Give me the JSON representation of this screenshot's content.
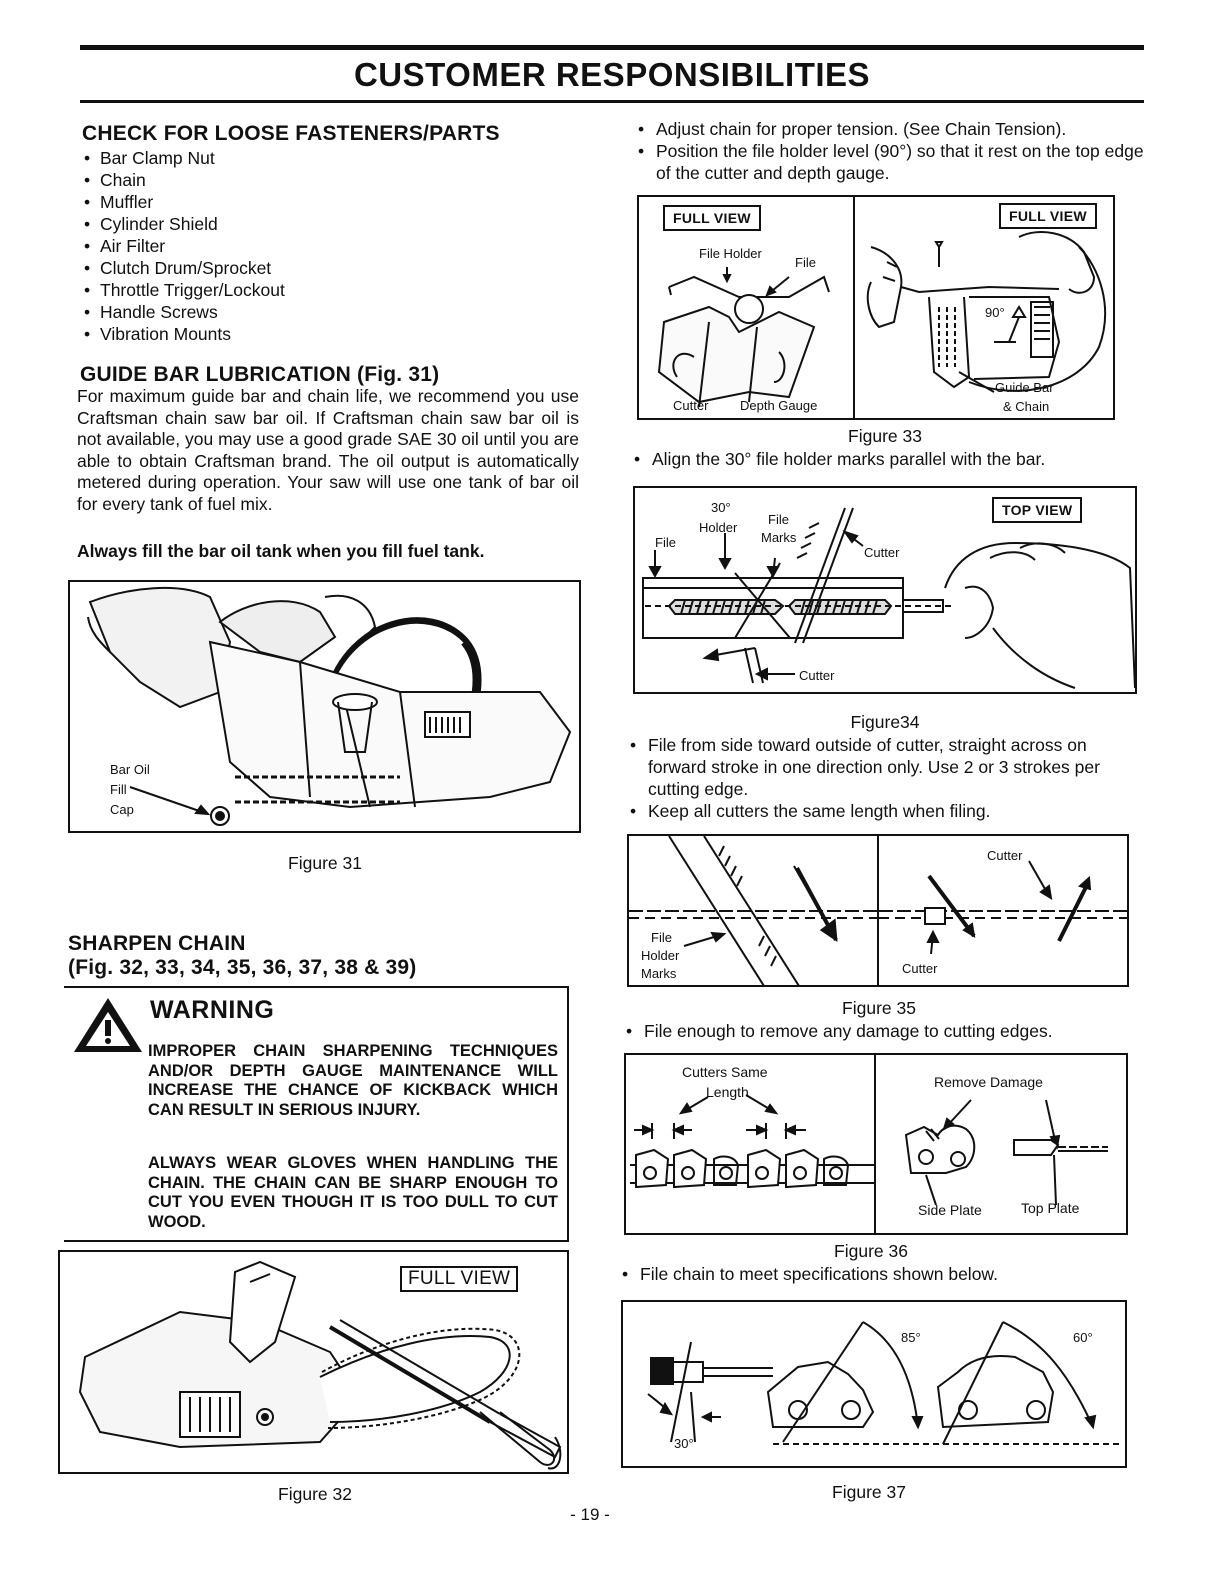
{
  "page": {
    "title": "CUSTOMER RESPONSIBILITIES",
    "page_number": "- 19 -"
  },
  "fasteners": {
    "heading": "CHECK FOR LOOSE FASTENERS/PARTS",
    "items": [
      "Bar Clamp Nut",
      "Chain",
      "Muffler",
      "Cylinder Shield",
      "Air Filter",
      "Clutch Drum/Sprocket",
      "Throttle Trigger/Lockout",
      "Handle Screws",
      "Vibration Mounts"
    ]
  },
  "lubrication": {
    "heading": "GUIDE BAR LUBRICATION (Fig. 31)",
    "paragraph": "For maximum guide bar and chain life, we recommend you use Craftsman chain saw bar oil. If Craftsman chain saw bar oil is not available, you may use a good grade SAE 30 oil until you are able to obtain Craftsman brand. The oil output is automatically metered during operation. Your saw will use one tank of bar oil for every tank of fuel mix.",
    "bold_note": "Always fill the bar oil tank when you fill fuel tank."
  },
  "figure31": {
    "caption": "Figure 31",
    "label": [
      "Bar Oil",
      "Fill",
      "Cap"
    ]
  },
  "sharpen": {
    "heading_line1": "SHARPEN CHAIN",
    "heading_line2": "(Fig. 32, 33, 34, 35, 36, 37, 38 & 39)"
  },
  "warning": {
    "title": "WARNING",
    "para1": "IMPROPER CHAIN SHARPENING TECHNIQUES AND/OR DEPTH GAUGE MAINTENANCE WILL INCREASE THE CHANCE OF KICKBACK WHICH CAN RESULT IN SERIOUS INJURY.",
    "para2": "ALWAYS WEAR GLOVES WHEN HANDLING THE CHAIN. THE CHAIN CAN BE SHARP ENOUGH TO CUT YOU EVEN THOUGH IT IS TOO DULL TO CUT WOOD."
  },
  "figure32": {
    "caption": "Figure 32",
    "tag": "FULL VIEW"
  },
  "right_bullets_1": [
    "Adjust chain for proper tension. (See Chain Tension).",
    "Position the file holder level (90°) so that it rest on the top edge of the cutter and depth gauge."
  ],
  "figure33": {
    "caption": "Figure 33",
    "tag_left": "FULL VIEW",
    "tag_right": "FULL VIEW",
    "file_holder": "File Holder",
    "file": "File",
    "cutter": "Cutter",
    "depth_gauge": "Depth Gauge",
    "angle": "90°",
    "guide_bar_l1": "Guide Bar",
    "guide_bar_l2": "& Chain"
  },
  "bullet_align": "Align the 30° file holder marks parallel with the bar.",
  "figure34": {
    "caption": "Figure34",
    "tag": "TOP VIEW",
    "angle": "30°",
    "holder": "Holder",
    "file_left": "File",
    "file_marks_l1": "File",
    "file_marks_l2": "Marks",
    "cutter_top": "Cutter",
    "cutter_bottom": "Cutter"
  },
  "right_bullets_2": [
    "File from side toward outside of cutter, straight across on forward stroke in one direction only. Use 2 or 3 strokes per cutting edge.",
    "Keep all cutters the same length when filing."
  ],
  "figure35": {
    "caption": "Figure 35",
    "holder_l1": "File",
    "holder_l2": "Holder",
    "holder_l3": "Marks",
    "cutter_top": "Cutter",
    "cutter_bottom": "Cutter"
  },
  "bullet_damage": "File enough to remove any damage to cutting edges.",
  "figure36": {
    "caption": "Figure 36",
    "same_l1": "Cutters Same",
    "same_l2": "Length",
    "remove": "Remove Damage",
    "side_plate": "Side Plate",
    "top_plate": "Top Plate"
  },
  "bullet_specs": "File chain to meet specifications shown below.",
  "figure37": {
    "caption": "Figure 37",
    "a85": "85°",
    "a60": "60°",
    "a30": "30°"
  }
}
